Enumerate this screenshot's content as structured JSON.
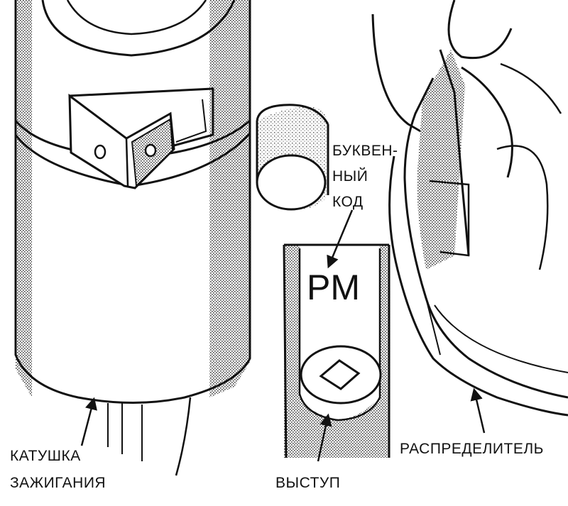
{
  "labels": {
    "letter_code_line1": "БУКВЕН-",
    "letter_code_line2": "НЫЙ",
    "letter_code_line3": "КОД",
    "code_value": "PM",
    "coil_line1": "КАТУШКА",
    "coil_line2": "ЗАЖИГАНИЯ",
    "boss": "ВЫСТУП",
    "distributor": "РАСПРЕДЕЛИТЕЛЬ"
  },
  "colors": {
    "ink": "#111111",
    "paper": "#ffffff",
    "shade": "#555555"
  }
}
